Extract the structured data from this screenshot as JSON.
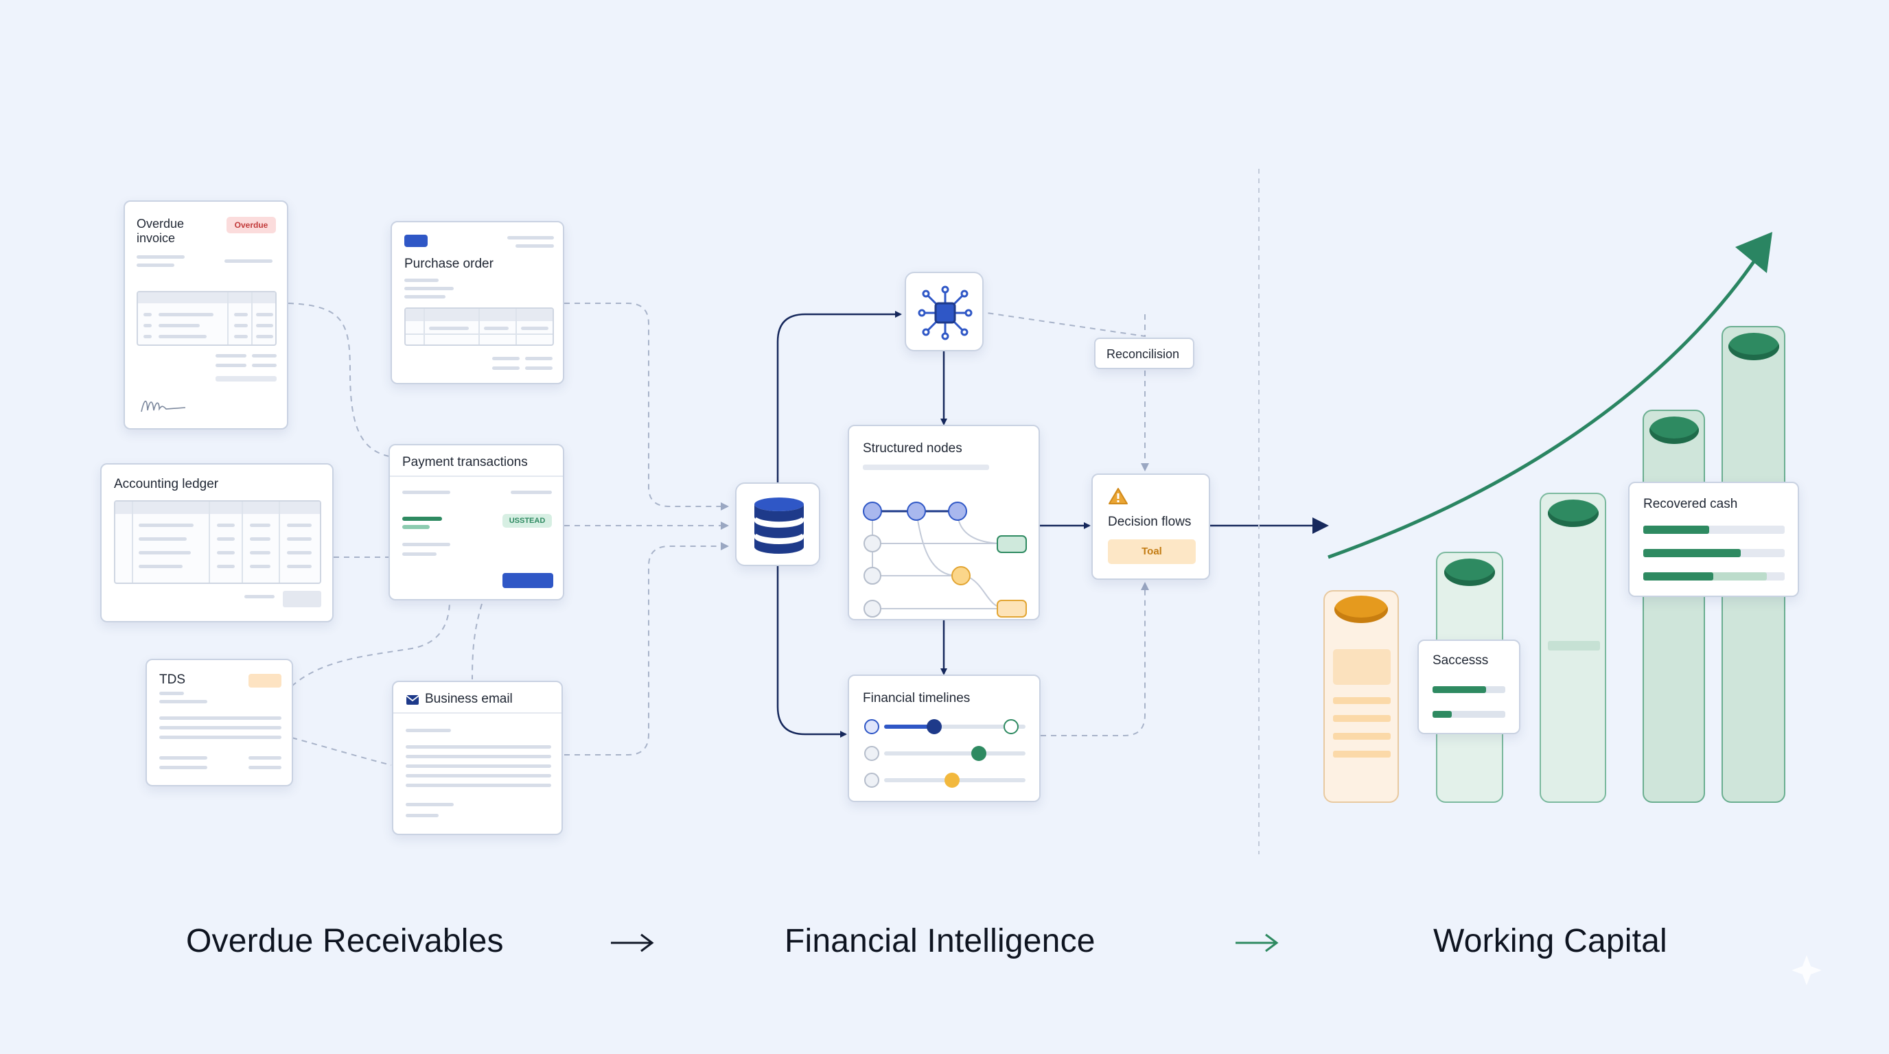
{
  "documents": {
    "overdue_invoice": {
      "title_line1": "Overdue",
      "title_line2": "invoice",
      "badge": "Overdue"
    },
    "purchase_order": {
      "title": "Purchase order"
    },
    "accounting_ledger": {
      "title": "Accounting ledger"
    },
    "payment_transactions": {
      "title": "Payment transactions",
      "badge": "USSTEAD"
    },
    "tds": {
      "title": "TDS"
    },
    "business_email": {
      "title": "Business email"
    }
  },
  "intelligence": {
    "structured_nodes": {
      "title": "Structured nodes"
    },
    "reconciliation": {
      "label": "Reconcilision"
    },
    "decision_flows": {
      "title": "Decision flows",
      "button": "Toal"
    },
    "financial_timelines": {
      "title": "Financial timelines"
    }
  },
  "capital": {
    "successs": {
      "title": "Saccesss"
    },
    "recovered_cash": {
      "title": "Recovered cash"
    }
  },
  "stages": {
    "overdue_receivables": "Overdue Receivables",
    "financial_intelligence": "Financial Intelligence",
    "working_capital": "Working Capital"
  },
  "colors": {
    "background": "#eef3fc",
    "navy": "#1e3a8a",
    "blue": "#2f57c6",
    "green": "#2e8a61",
    "orange": "#eaa534",
    "red_badge": "#fbdcdc"
  }
}
